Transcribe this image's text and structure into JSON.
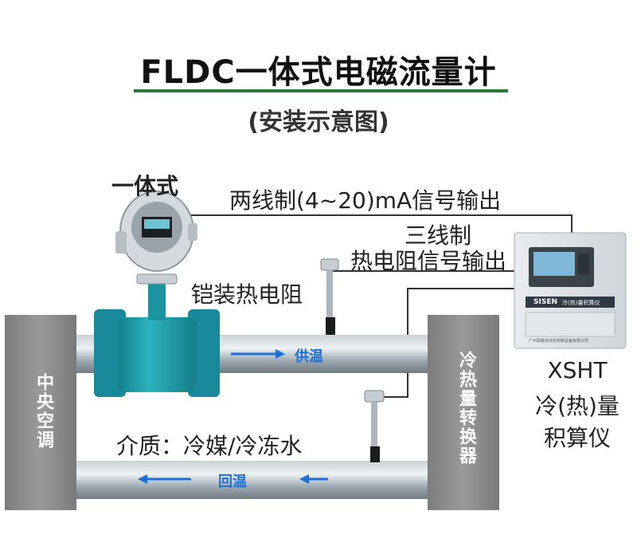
{
  "title": "FLDC一体式电磁流量计",
  "subtitle": "(安装示意图)",
  "labels": {
    "integrated": "一体式",
    "two_wire": "两线制(4~20)mA信号输出",
    "three_wire": "三线制",
    "rtd_signal": "热电阻信号输出",
    "armored_rtd": "铠装热电阻",
    "medium": "介质：冷媒/冷冻水",
    "supply": "供温",
    "return": "回温"
  },
  "left_box": "中央空调",
  "right_box": "冷热量转换器",
  "calculator": {
    "model": "XSHT",
    "line2": "冷(热)量",
    "line3": "积算仪",
    "brand": "SISEN",
    "panel_text": "冷(热)量积算仪",
    "footer": "广州思森自动化控制设备有限公司"
  },
  "colors": {
    "title_underline": "#2a7a3a",
    "flow_arrow": "#1e6fd6",
    "meter_body": "#1e9aa6",
    "pipe": "#9aa5ad",
    "box": "#8c8c8c"
  }
}
